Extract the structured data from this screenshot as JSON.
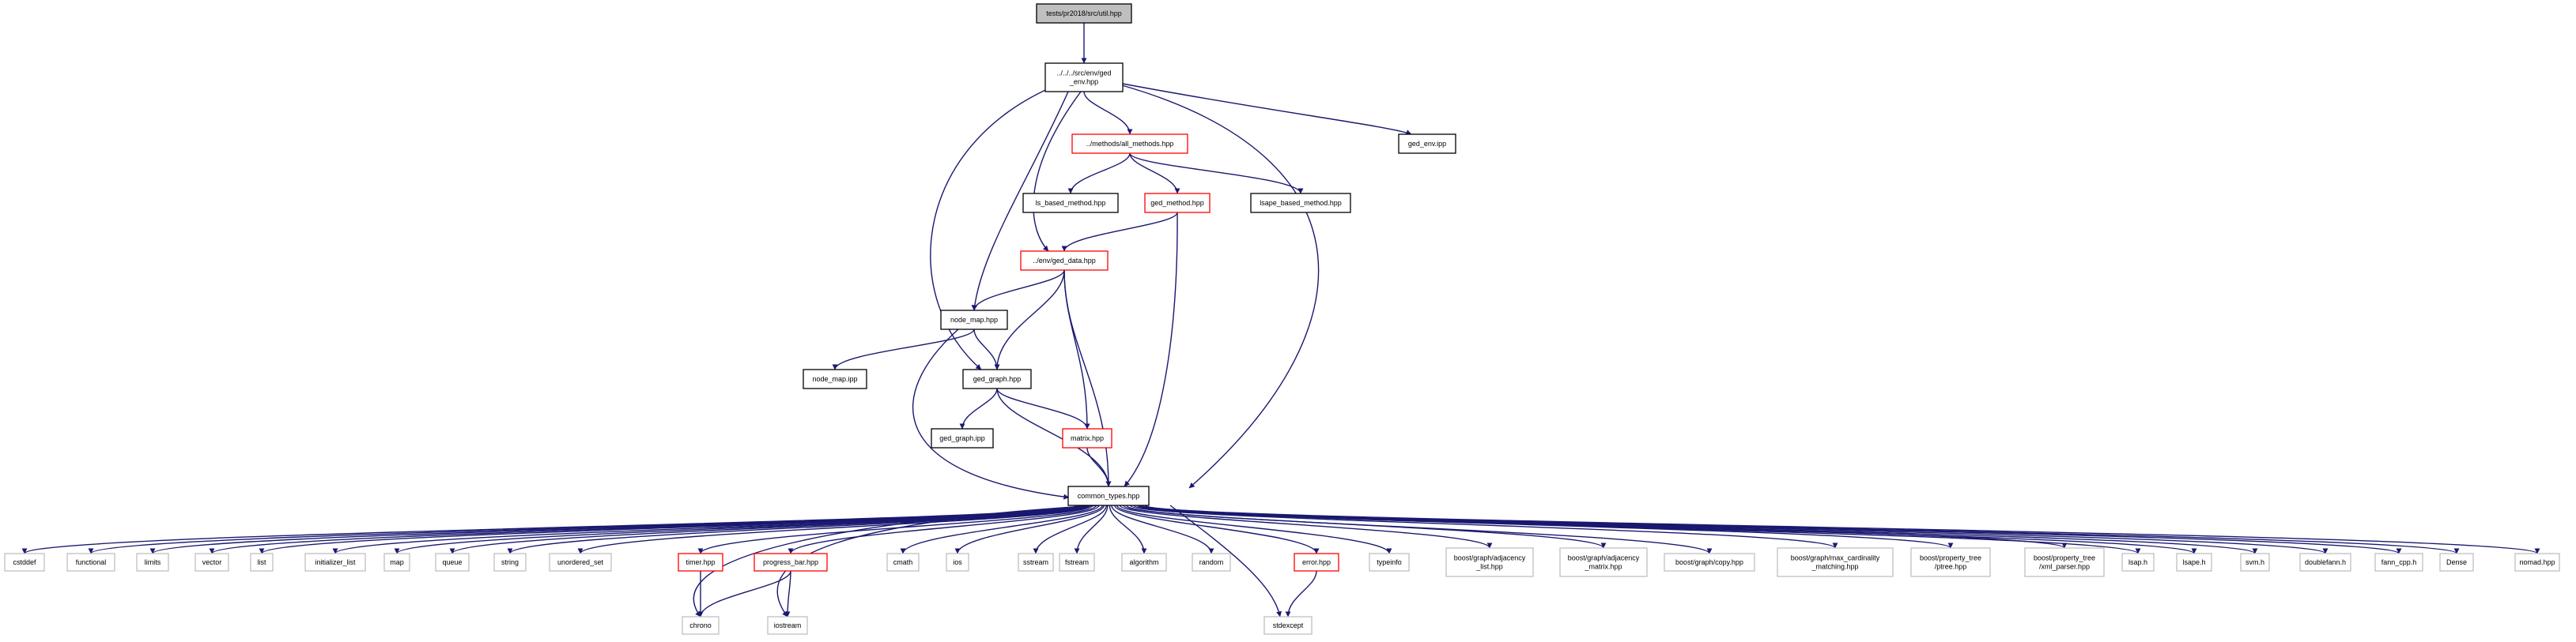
{
  "colors": {
    "edge": "#191970",
    "root_fill": "#bfbfbf",
    "root_border": "#000000",
    "node_fill": "#ffffff",
    "documented_border": "#000000",
    "truncated_border": "#ff0000",
    "external_border": "#bfbfbf"
  },
  "nodes": [
    {
      "id": "root",
      "kind": "root",
      "lines": [
        "tests/pr2018/src/util.hpp"
      ]
    },
    {
      "id": "ged_env_hpp",
      "kind": "documented",
      "lines": [
        "../../../src/env/ged",
        "_env.hpp"
      ]
    },
    {
      "id": "all_methods",
      "kind": "truncated",
      "lines": [
        "../methods/all_methods.hpp"
      ]
    },
    {
      "id": "ged_env_ipp",
      "kind": "documented",
      "lines": [
        "ged_env.ipp"
      ]
    },
    {
      "id": "ls_based",
      "kind": "documented",
      "lines": [
        "ls_based_method.hpp"
      ]
    },
    {
      "id": "ged_method",
      "kind": "truncated",
      "lines": [
        "ged_method.hpp"
      ]
    },
    {
      "id": "lsape_based",
      "kind": "documented",
      "lines": [
        "lsape_based_method.hpp"
      ]
    },
    {
      "id": "ged_data",
      "kind": "truncated",
      "lines": [
        "../env/ged_data.hpp"
      ]
    },
    {
      "id": "node_map_hpp",
      "kind": "documented",
      "lines": [
        "node_map.hpp"
      ]
    },
    {
      "id": "node_map_ipp",
      "kind": "documented",
      "lines": [
        "node_map.ipp"
      ]
    },
    {
      "id": "ged_graph_hpp",
      "kind": "documented",
      "lines": [
        "ged_graph.hpp"
      ]
    },
    {
      "id": "ged_graph_ipp",
      "kind": "documented",
      "lines": [
        "ged_graph.ipp"
      ]
    },
    {
      "id": "matrix",
      "kind": "truncated",
      "lines": [
        "matrix.hpp"
      ]
    },
    {
      "id": "common",
      "kind": "documented",
      "lines": [
        "common_types.hpp"
      ]
    },
    {
      "id": "cstddef",
      "kind": "external",
      "lines": [
        "cstddef"
      ]
    },
    {
      "id": "functional",
      "kind": "external",
      "lines": [
        "functional"
      ]
    },
    {
      "id": "limits",
      "kind": "external",
      "lines": [
        "limits"
      ]
    },
    {
      "id": "vector",
      "kind": "external",
      "lines": [
        "vector"
      ]
    },
    {
      "id": "list",
      "kind": "external",
      "lines": [
        "list"
      ]
    },
    {
      "id": "initializer_list",
      "kind": "external",
      "lines": [
        "initializer_list"
      ]
    },
    {
      "id": "map",
      "kind": "external",
      "lines": [
        "map"
      ]
    },
    {
      "id": "queue",
      "kind": "external",
      "lines": [
        "queue"
      ]
    },
    {
      "id": "string",
      "kind": "external",
      "lines": [
        "string"
      ]
    },
    {
      "id": "unordered_set",
      "kind": "external",
      "lines": [
        "unordered_set"
      ]
    },
    {
      "id": "timer",
      "kind": "truncated",
      "lines": [
        "timer.hpp"
      ]
    },
    {
      "id": "progress_bar",
      "kind": "truncated",
      "lines": [
        "progress_bar.hpp"
      ]
    },
    {
      "id": "cmath",
      "kind": "external",
      "lines": [
        "cmath"
      ]
    },
    {
      "id": "ios",
      "kind": "external",
      "lines": [
        "ios"
      ]
    },
    {
      "id": "sstream",
      "kind": "external",
      "lines": [
        "sstream"
      ]
    },
    {
      "id": "fstream",
      "kind": "external",
      "lines": [
        "fstream"
      ]
    },
    {
      "id": "algorithm",
      "kind": "external",
      "lines": [
        "algorithm"
      ]
    },
    {
      "id": "random",
      "kind": "external",
      "lines": [
        "random"
      ]
    },
    {
      "id": "error",
      "kind": "truncated",
      "lines": [
        "error.hpp"
      ]
    },
    {
      "id": "typeinfo",
      "kind": "external",
      "lines": [
        "typeinfo"
      ]
    },
    {
      "id": "adj_list",
      "kind": "external",
      "lines": [
        "boost/graph/adjacency",
        "_list.hpp"
      ]
    },
    {
      "id": "adj_matrix",
      "kind": "external",
      "lines": [
        "boost/graph/adjacency",
        "_matrix.hpp"
      ]
    },
    {
      "id": "boost_copy",
      "kind": "external",
      "lines": [
        "boost/graph/copy.hpp"
      ]
    },
    {
      "id": "max_card",
      "kind": "external",
      "lines": [
        "boost/graph/max_cardinality",
        "_matching.hpp"
      ]
    },
    {
      "id": "ptree",
      "kind": "external",
      "lines": [
        "boost/property_tree",
        "/ptree.hpp"
      ]
    },
    {
      "id": "xml_parser",
      "kind": "external",
      "lines": [
        "boost/property_tree",
        "/xml_parser.hpp"
      ]
    },
    {
      "id": "lsap_h",
      "kind": "external",
      "lines": [
        "lsap.h"
      ]
    },
    {
      "id": "lsape_h",
      "kind": "external",
      "lines": [
        "lsape.h"
      ]
    },
    {
      "id": "svm_h",
      "kind": "external",
      "lines": [
        "svm.h"
      ]
    },
    {
      "id": "doublefann",
      "kind": "external",
      "lines": [
        "doublefann.h"
      ]
    },
    {
      "id": "fann_cpp",
      "kind": "external",
      "lines": [
        "fann_cpp.h"
      ]
    },
    {
      "id": "dense",
      "kind": "external",
      "lines": [
        "Dense"
      ]
    },
    {
      "id": "nomad",
      "kind": "external",
      "lines": [
        "nomad.hpp"
      ]
    },
    {
      "id": "chrono",
      "kind": "external",
      "lines": [
        "chrono"
      ]
    },
    {
      "id": "iostream",
      "kind": "external",
      "lines": [
        "iostream"
      ]
    },
    {
      "id": "stdexcept",
      "kind": "external",
      "lines": [
        "stdexcept"
      ]
    }
  ],
  "edges": [
    [
      "root",
      "ged_env_hpp"
    ],
    [
      "ged_env_hpp",
      "all_methods"
    ],
    [
      "ged_env_hpp",
      "ged_env_ipp"
    ],
    [
      "ged_env_hpp",
      "ged_data"
    ],
    [
      "ged_env_hpp",
      "node_map_hpp"
    ],
    [
      "ged_env_hpp",
      "ged_graph_hpp"
    ],
    [
      "ged_env_hpp",
      "common"
    ],
    [
      "all_methods",
      "ls_based"
    ],
    [
      "all_methods",
      "ged_method"
    ],
    [
      "all_methods",
      "lsape_based"
    ],
    [
      "ged_method",
      "ged_data"
    ],
    [
      "ged_method",
      "common"
    ],
    [
      "ged_data",
      "node_map_hpp"
    ],
    [
      "ged_data",
      "ged_graph_hpp"
    ],
    [
      "ged_data",
      "matrix"
    ],
    [
      "ged_data",
      "common"
    ],
    [
      "node_map_hpp",
      "node_map_ipp"
    ],
    [
      "node_map_hpp",
      "ged_graph_hpp"
    ],
    [
      "node_map_hpp",
      "common"
    ],
    [
      "ged_graph_hpp",
      "ged_graph_ipp"
    ],
    [
      "ged_graph_hpp",
      "matrix"
    ],
    [
      "ged_graph_hpp",
      "common"
    ],
    [
      "matrix",
      "common"
    ],
    [
      "common",
      "cstddef"
    ],
    [
      "common",
      "functional"
    ],
    [
      "common",
      "limits"
    ],
    [
      "common",
      "vector"
    ],
    [
      "common",
      "list"
    ],
    [
      "common",
      "initializer_list"
    ],
    [
      "common",
      "map"
    ],
    [
      "common",
      "queue"
    ],
    [
      "common",
      "string"
    ],
    [
      "common",
      "unordered_set"
    ],
    [
      "common",
      "timer"
    ],
    [
      "common",
      "progress_bar"
    ],
    [
      "common",
      "cmath"
    ],
    [
      "common",
      "ios"
    ],
    [
      "common",
      "sstream"
    ],
    [
      "common",
      "fstream"
    ],
    [
      "common",
      "algorithm"
    ],
    [
      "common",
      "random"
    ],
    [
      "common",
      "error"
    ],
    [
      "common",
      "typeinfo"
    ],
    [
      "common",
      "adj_list"
    ],
    [
      "common",
      "adj_matrix"
    ],
    [
      "common",
      "boost_copy"
    ],
    [
      "common",
      "max_card"
    ],
    [
      "common",
      "ptree"
    ],
    [
      "common",
      "xml_parser"
    ],
    [
      "common",
      "lsap_h"
    ],
    [
      "common",
      "lsape_h"
    ],
    [
      "common",
      "svm_h"
    ],
    [
      "common",
      "doublefann"
    ],
    [
      "common",
      "fann_cpp"
    ],
    [
      "common",
      "dense"
    ],
    [
      "common",
      "nomad"
    ],
    [
      "common",
      "chrono"
    ],
    [
      "common",
      "iostream"
    ],
    [
      "common",
      "stdexcept"
    ],
    [
      "timer",
      "chrono"
    ],
    [
      "progress_bar",
      "chrono"
    ],
    [
      "progress_bar",
      "iostream"
    ],
    [
      "error",
      "stdexcept"
    ]
  ]
}
